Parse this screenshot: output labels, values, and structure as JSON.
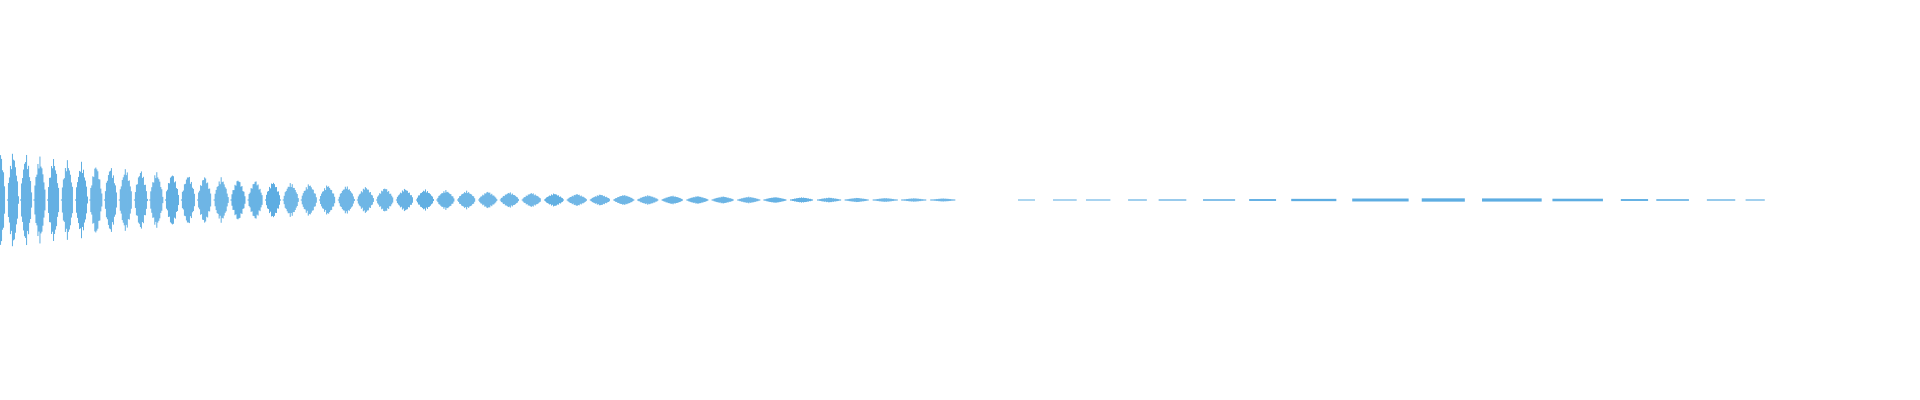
{
  "waveform": {
    "color": "#5dade2",
    "background": "#ffffff",
    "style": "audio-waveform",
    "segments": [
      {
        "name": "decaying-pulse-train",
        "pattern": "pulses",
        "start_level": 1.0,
        "end_level": 0.03
      },
      {
        "name": "low-level-tail",
        "pattern": "sparse-bursts",
        "start_level": 0.02,
        "end_level": 0.02
      }
    ]
  }
}
